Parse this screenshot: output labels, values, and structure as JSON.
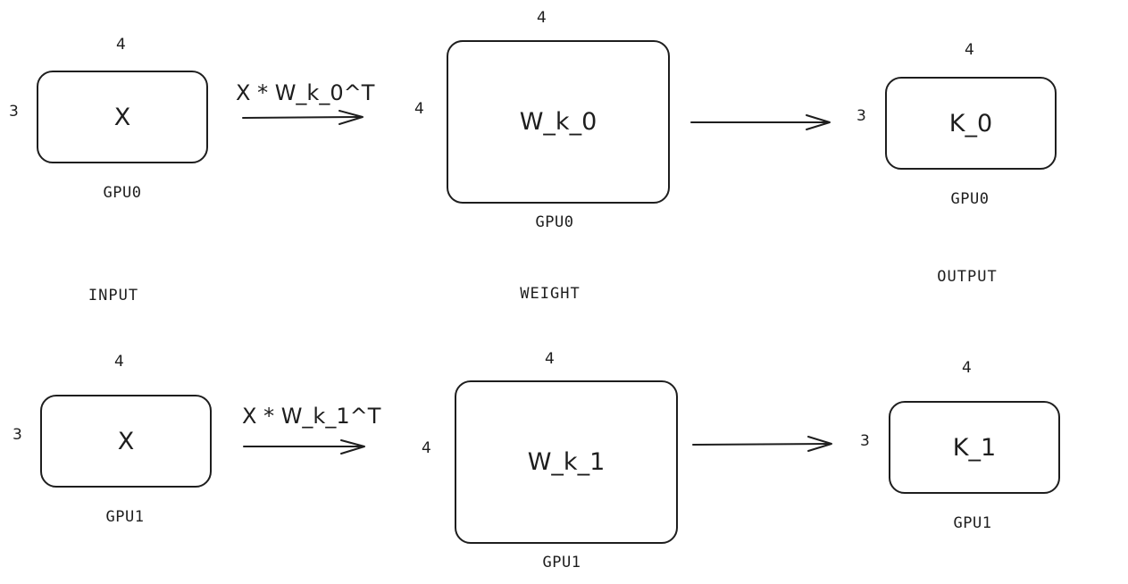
{
  "row0": {
    "input": {
      "label": "X",
      "top_dim": "4",
      "left_dim": "3",
      "device": "GPU0"
    },
    "operation": "X * W_k_0^T",
    "weight": {
      "label": "W_k_0",
      "top_dim": "4",
      "left_dim": "4",
      "device": "GPU0"
    },
    "output": {
      "label": "K_0",
      "top_dim": "4",
      "left_dim": "3",
      "device": "GPU0"
    }
  },
  "sections": {
    "input": "INPUT",
    "weight": "WEIGHT",
    "output": "OUTPUT"
  },
  "row1": {
    "input": {
      "label": "X",
      "top_dim": "4",
      "left_dim": "3",
      "device": "GPU1"
    },
    "operation": "X * W_k_1^T",
    "weight": {
      "label": "W_k_1",
      "top_dim": "4",
      "left_dim": "4",
      "device": "GPU1"
    },
    "output": {
      "label": "K_1",
      "top_dim": "4",
      "left_dim": "3",
      "device": "GPU1"
    }
  }
}
